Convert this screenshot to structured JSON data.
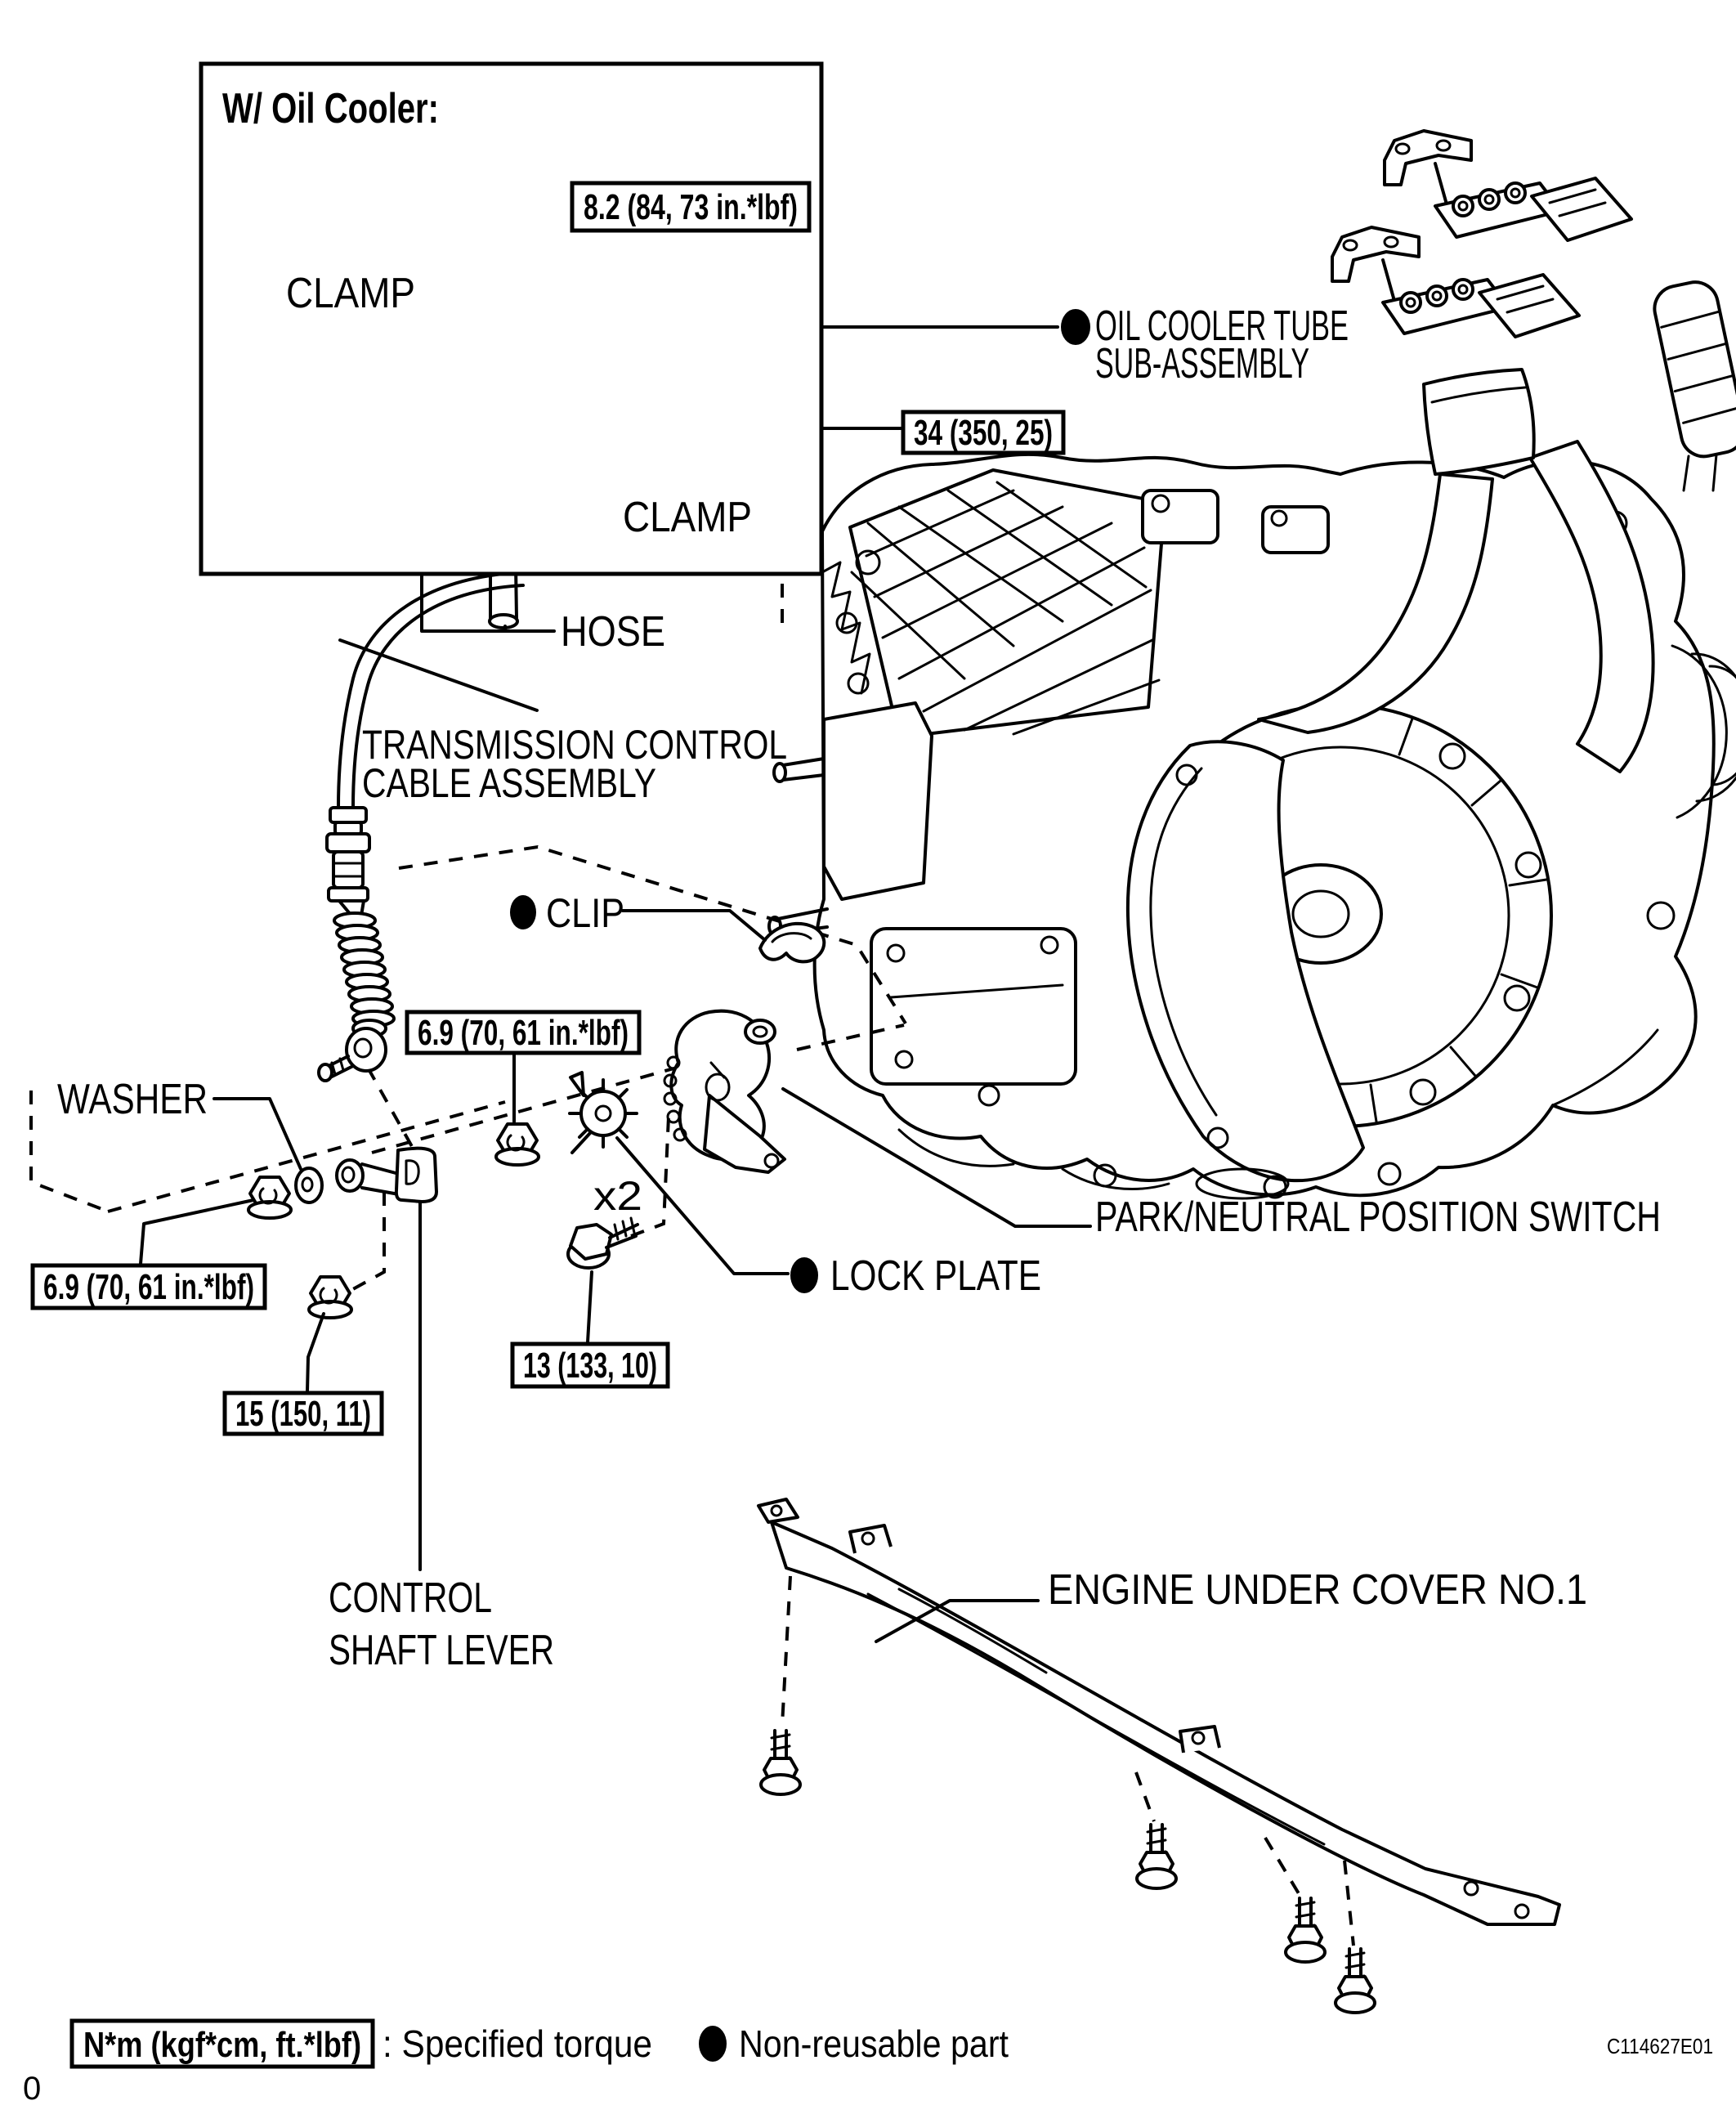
{
  "page": {
    "page_number": "0",
    "figure_code": "C114627E01",
    "ink_color": "#000000",
    "paper_color": "#ffffff"
  },
  "oil_cooler_box": {
    "title": "W/ Oil Cooler:",
    "bolt_torque": "8.2 (84, 73 in.*lbf)",
    "union_torque": "34 (350, 25)",
    "clamp_top": "CLAMP",
    "clamp_bottom": "CLAMP",
    "hose": "HOSE"
  },
  "callouts": {
    "oil_cooler_tube": {
      "line1": "OIL COOLER TUBE",
      "line2": "SUB-ASSEMBLY"
    },
    "transmission_cable": {
      "line1": "TRANSMISSION CONTROL",
      "line2": "CABLE ASSEMBLY"
    },
    "clip": "CLIP",
    "washer": "WASHER",
    "park_neutral_switch": "PARK/NEUTRAL POSITION SWITCH",
    "lock_plate": "LOCK PLATE",
    "bolt_quantity": "x2",
    "control_shaft_lever": {
      "line1": "CONTROL",
      "line2": "SHAFT LEVER"
    },
    "engine_under_cover": "ENGINE UNDER COVER NO.1"
  },
  "torque_specs": {
    "cable_nut": "6.9 (70, 61 in.*lbf)",
    "lever_nut": "6.9 (70, 61 in.*lbf)",
    "switch_bolt": "13 (133, 10)",
    "shaft_nut": "15 (150, 11)"
  },
  "legend": {
    "torque_box": "N*m (kgf*cm, ft.*lbf)",
    "torque_label": ": Specified torque",
    "non_reusable_label": "Non-reusable part"
  }
}
